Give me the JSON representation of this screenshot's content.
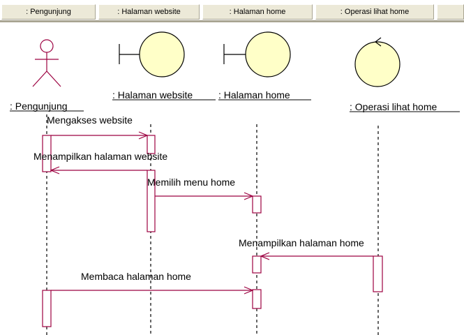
{
  "header": {
    "tabs": [
      {
        "label": ": Pengunjung"
      },
      {
        "label": ": Halaman website"
      },
      {
        "label": ": Halaman home"
      },
      {
        "label": ": Operasi lihat home"
      }
    ]
  },
  "diagram": {
    "objects": [
      {
        "label": ": Pengunjung",
        "kind": "actor"
      },
      {
        "label": ": Halaman website",
        "kind": "boundary"
      },
      {
        "label": ": Halaman home",
        "kind": "boundary"
      },
      {
        "label": ": Operasi lihat home",
        "kind": "control"
      }
    ],
    "messages": [
      {
        "label": "Mengakses website"
      },
      {
        "label": "Menampilkan halaman website"
      },
      {
        "label": "Memilih menu home"
      },
      {
        "label": "Menampilkan halaman home"
      },
      {
        "label": "Membaca halaman home"
      }
    ]
  },
  "colors": {
    "activation": "#9c0040",
    "message": "#9c0040",
    "object_fill": "#ffffc8"
  }
}
